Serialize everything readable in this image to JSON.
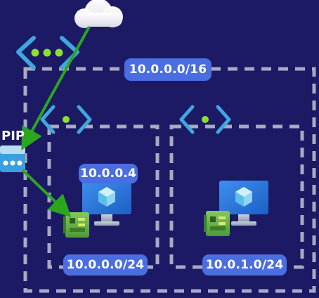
{
  "vnet": {
    "cidr": "10.0.0.0/16"
  },
  "subnets": [
    {
      "cidr": "10.0.0.0/24",
      "vm_ip": "10.0.0.4"
    },
    {
      "cidr": "10.0.1.0/24"
    }
  ],
  "public_ip": {
    "label": "PIP"
  },
  "icons": [
    "cloud-icon",
    "vnet-icon",
    "subnet-icon",
    "public-ip-icon",
    "virtual-machine-icon",
    "network-interface-icon"
  ],
  "colors": {
    "background": "#1c1a64",
    "dashed_border": "#a9a9c2",
    "label_fill": "#4a6ee0",
    "arrow": "#2aa61f",
    "vnet_chevron": "#3fa7e0",
    "vnet_dots": "#8be12b",
    "vm_monitor": "#2f7ee0",
    "nic": "#6ab34a"
  }
}
